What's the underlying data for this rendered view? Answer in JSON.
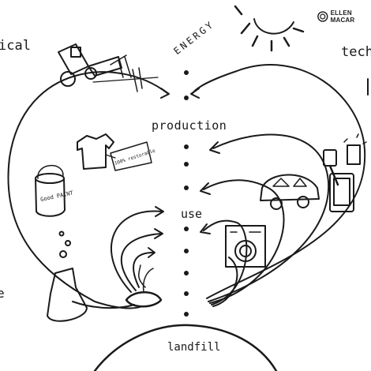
{
  "labels": {
    "biological": "ical",
    "technical": "tech",
    "energy": "ENERGY",
    "production": "production",
    "use": "use",
    "landfill": "landfill",
    "left_edge": "e",
    "paint_can": "Good PAINT",
    "shirt_tag": "100% restorable"
  },
  "brand": {
    "name": "ELLEN MACAR",
    "logo_icon": "ellen-macarthur-logo-icon"
  },
  "colors": {
    "ink": "#1a1a1a",
    "paper": "#ffffff"
  },
  "icons": [
    "tractor-icon",
    "sun-icon",
    "tshirt-icon",
    "paint-can-icon",
    "flask-icon",
    "compost-plant-icon",
    "car-icon",
    "washing-machine-icon",
    "phone-icon",
    "spatula-icon",
    "lamp-icon"
  ]
}
